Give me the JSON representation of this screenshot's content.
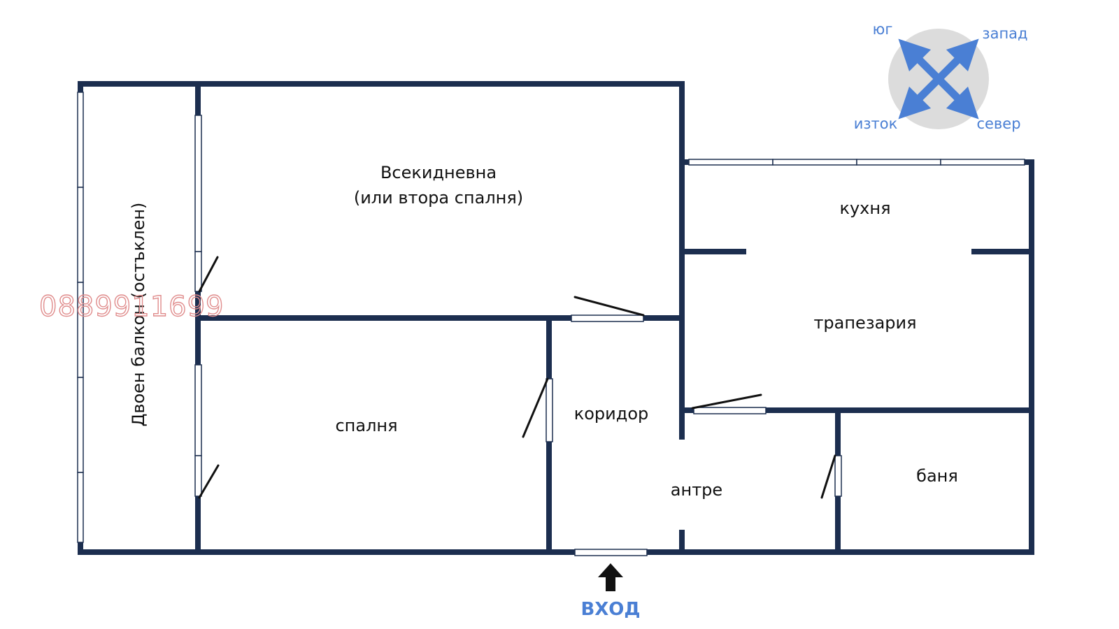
{
  "colors": {
    "wall": "#1c2e4f",
    "window_fill": "#ffffff",
    "window_stroke": "#1c2e4f",
    "door_swing": "#111111",
    "compass_bg": "#dcdcdc",
    "compass_arrow": "#4a7fd4",
    "compass_text": "#4a7fd4",
    "entrance": "#4a7fd4",
    "entrance_arrow": "#111111",
    "watermark": "#e08c8c"
  },
  "rooms": {
    "living_room_line1": "Всекидневна",
    "living_room_line2": "(или втора спалня)",
    "balcony": "Двоен балкон (остъклен)",
    "bedroom": "спалня",
    "corridor": "коридор",
    "hall": "антре",
    "kitchen": "кухня",
    "dining": "трапезария",
    "bathroom": "баня"
  },
  "compass": {
    "south": "юг",
    "west": "запад",
    "east": "изток",
    "north": "север",
    "icon": "compass-cross-arrows"
  },
  "entrance": {
    "label": "ВХОД",
    "icon": "arrow-up-icon"
  },
  "watermark": {
    "phone": "0889911699"
  }
}
